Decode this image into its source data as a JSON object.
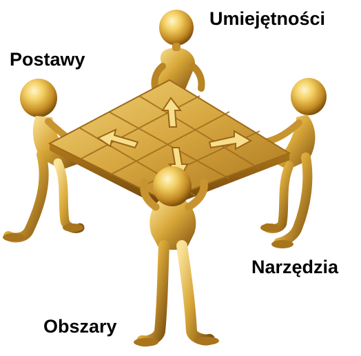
{
  "labels": {
    "top": "Umiejętności",
    "left": "Postawy",
    "right": "Narzędzia",
    "bottom": "Obszary"
  },
  "colors": {
    "gold_light": "#f7e08a",
    "gold_mid": "#d8a93a",
    "gold_dark": "#8a5a12",
    "background": "#ffffff",
    "text": "#000000"
  },
  "illustration": {
    "subject": "four gold figures holding a square puzzle board with arrows"
  }
}
